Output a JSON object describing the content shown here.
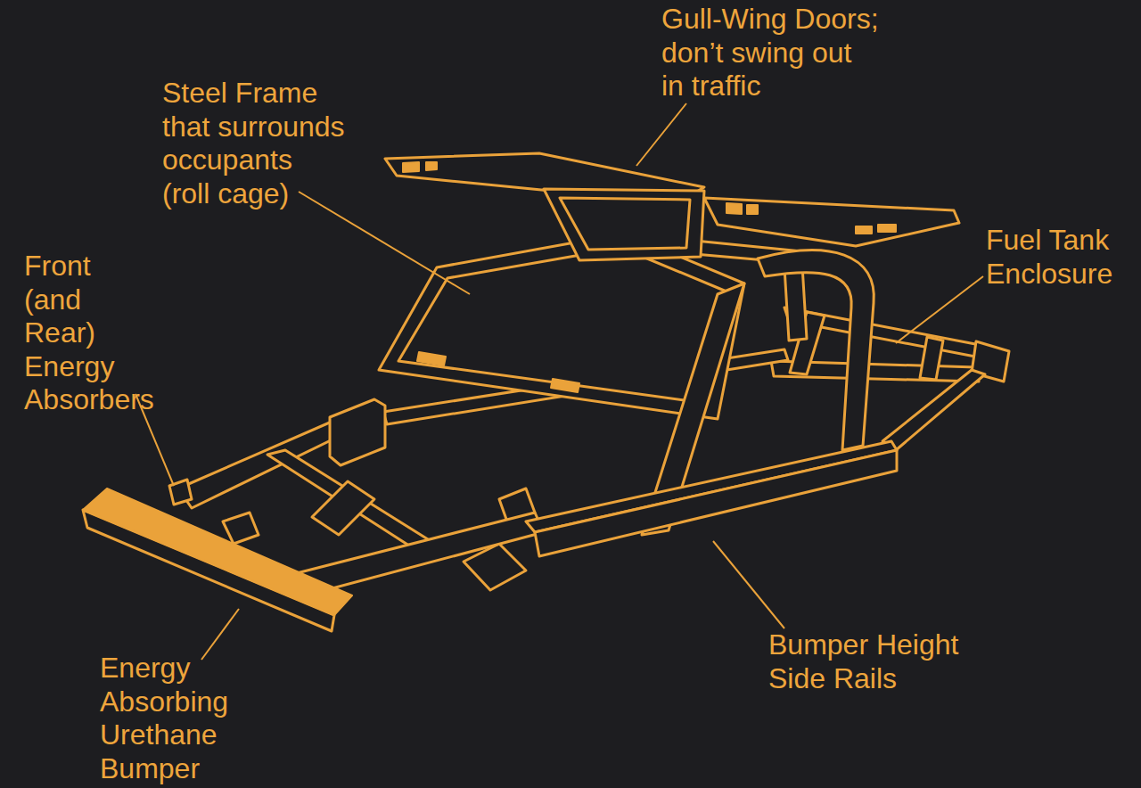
{
  "diagram": {
    "labels": [
      "Gull-Wing Doors; don’t swing out in traffic",
      "Steel Frame that surrounds occupants (roll cage)",
      "Fuel Tank Enclosure",
      "Front (and Rear) Energy Absorbers",
      "Bumper Height Side Rails",
      "Energy Absorbing Urethane Bumper"
    ]
  }
}
